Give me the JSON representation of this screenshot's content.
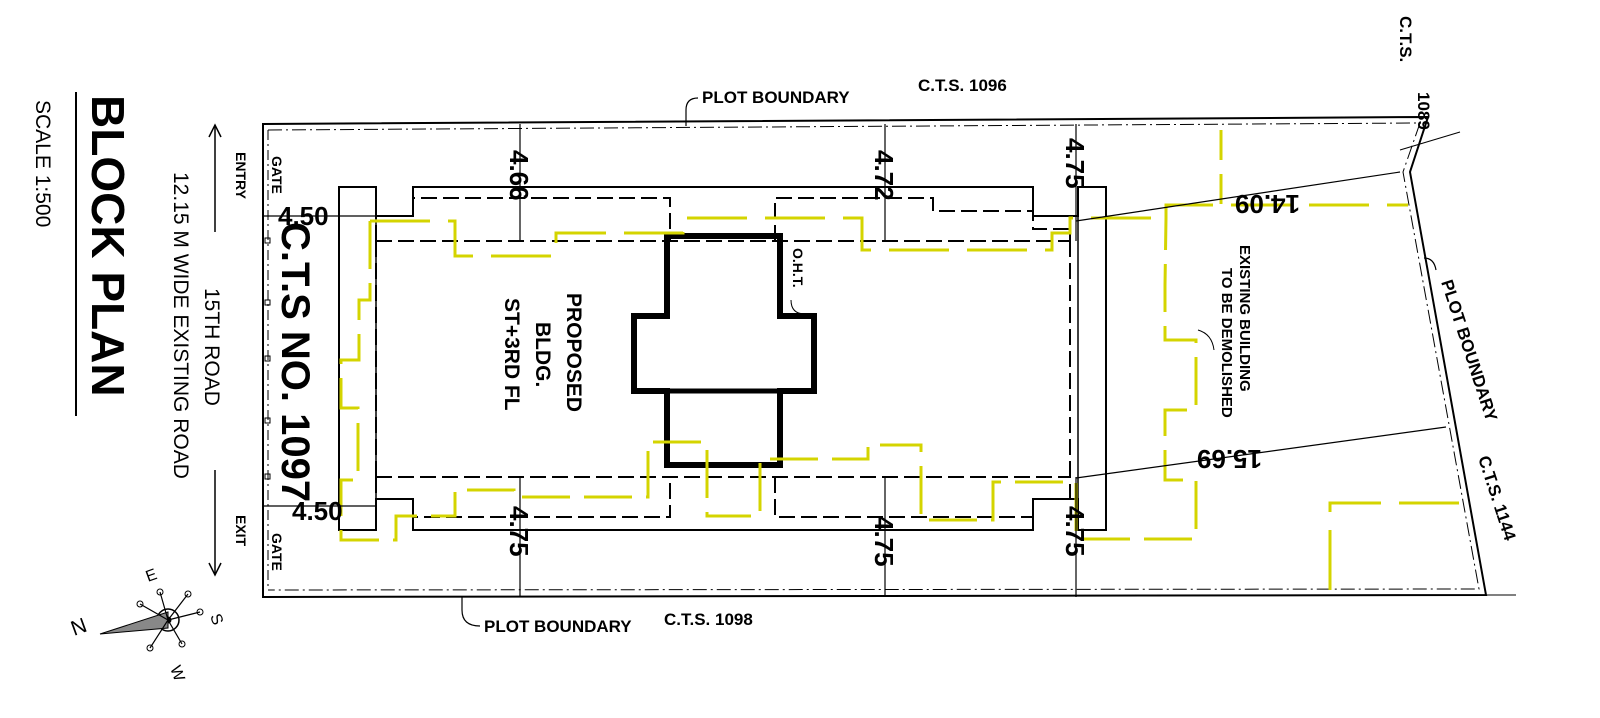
{
  "title": "BLOCK PLAN",
  "scale": "SCALE 1:500",
  "road": {
    "line1": "15TH ROAD",
    "line2": "12.15 M WIDE EXISTING ROAD"
  },
  "gates": {
    "entry": "ENTRY",
    "exit": "EXIT",
    "gate": "GATE"
  },
  "plot_boundary": "PLOT BOUNDARY",
  "neighbors": {
    "top": "C.T.S.  1096",
    "bottom": "C.T.S.  1098",
    "corner_top": "C.T.S.",
    "corner_top_num": "1089",
    "right": "C.T.S.  1144"
  },
  "plot_name": "C.T.S NO. 1097",
  "proposed": {
    "line1": "PROPOSED",
    "line2": "BLDG.",
    "line3": "ST+3RD FL"
  },
  "oht": "O.H.T.",
  "existing": {
    "line1": "EXISTING BUILDING",
    "line2": "TO BE DEMOLISHED"
  },
  "dims": {
    "d_top_left": "4.50",
    "d_bot_left": "4.50",
    "d_top_1": "4.66",
    "d_top_2": "4.72",
    "d_top_3": "4.75",
    "d_bot_1": "4.75",
    "d_bot_2": "4.75",
    "d_bot_3": "4.75",
    "d_diag_top": "14.09",
    "d_diag_bot": "15.69"
  },
  "compass": {
    "n": "N",
    "e": "E",
    "s": "S",
    "w": "W"
  },
  "colors": {
    "line": "#000000",
    "existing_outline": "#d4d400"
  }
}
